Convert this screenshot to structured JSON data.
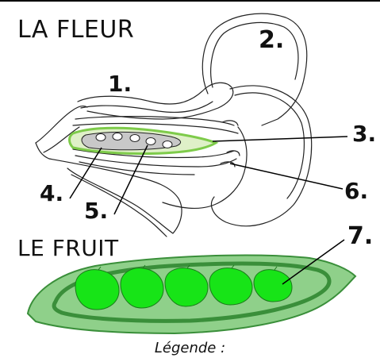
{
  "titles": {
    "flower": "LA FLEUR",
    "fruit": "LE FRUIT"
  },
  "labels": [
    "1.",
    "2.",
    "3.",
    "4.",
    "5.",
    "6.",
    "7."
  ],
  "legend": "Légende :",
  "colors": {
    "ovary_fill": "#dff0c8",
    "ovary_stroke": "#7ecb4a",
    "ovule_fill": "#c8c8c8",
    "pod_fill": "#8fd08a",
    "pod_rim": "#3a8f3a",
    "seed_fill": "#17e417"
  }
}
